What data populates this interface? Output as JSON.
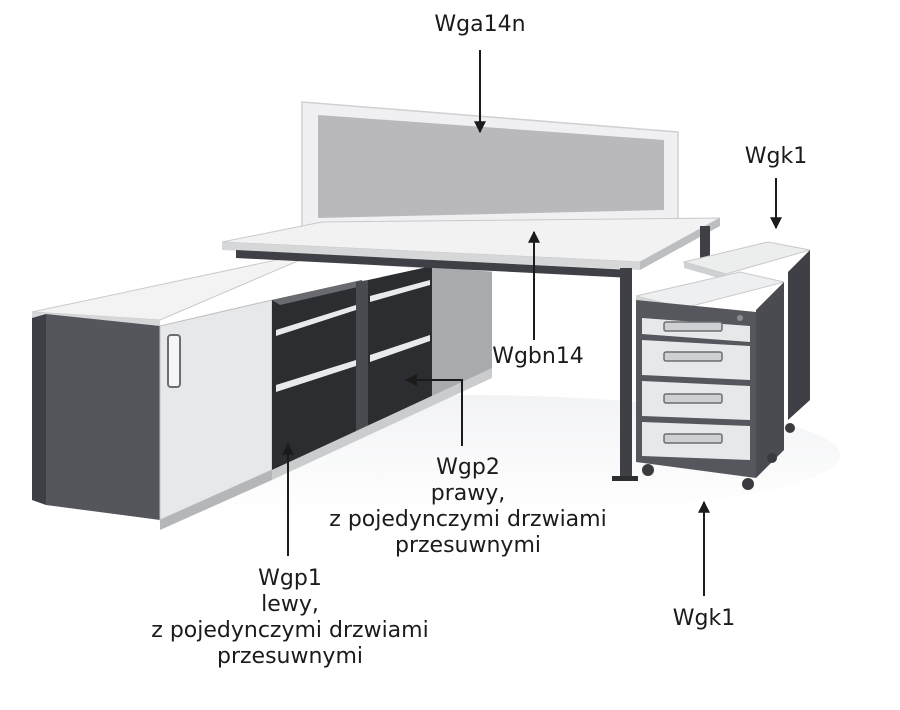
{
  "labels": {
    "wga14n": {
      "name": "Wga14n"
    },
    "wgk1_top": {
      "name": "Wgk1"
    },
    "wgbn14": {
      "name": "Wgbn14"
    },
    "wgp2": {
      "name": "Wgp2",
      "side": "prawy,",
      "desc": "z pojedynczymi drzwiami",
      "desc2": "przesuwnymi"
    },
    "wgp1": {
      "name": "Wgp1",
      "side": "lewy,",
      "desc": "z pojedynczymi drzwiami",
      "desc2": "przesuwnymi"
    },
    "wgk1_bottom": {
      "name": "Wgk1"
    }
  },
  "colors": {
    "dark_gray": "#4a4b50",
    "light_gray": "#e6e7e9",
    "white_top": "#f4f4f5",
    "screen_fabric": "#b9b9bd",
    "arrow": "#1b1b1b"
  }
}
